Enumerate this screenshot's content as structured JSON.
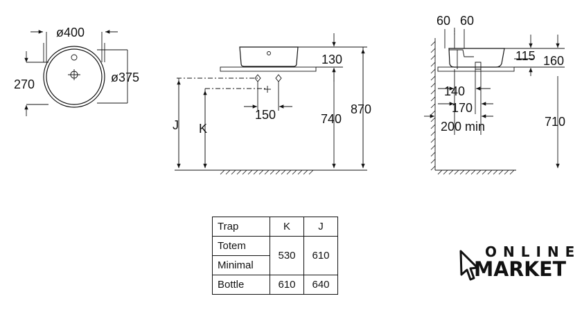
{
  "top_view": {
    "outer_diameter": "ø400",
    "inner_diameter": "ø375",
    "tap_offset": "270"
  },
  "front_view": {
    "basin_height": "130",
    "top_height": "870",
    "counter_height": "740",
    "trap_spacing": "150",
    "label_j": "J",
    "label_k": "K"
  },
  "side_view": {
    "wall_gap_a": "60",
    "wall_gap_b": "60",
    "rim_height": "115",
    "overall_height": "160",
    "dim_140": "140",
    "dim_170": "170",
    "dim_200": "200 min",
    "counter_height": "710"
  },
  "trap_table": {
    "headers": [
      "Trap",
      "K",
      "J"
    ],
    "rows": [
      {
        "name": "Totem",
        "k": "530",
        "j": "610"
      },
      {
        "name": "Minimal",
        "k": "530",
        "j": "610"
      },
      {
        "name": "Bottle",
        "k": "610",
        "j": "640"
      }
    ]
  },
  "brand": {
    "line1": "ONLINE",
    "line2": "MARKET",
    "icon": "cursor-arrow-icon"
  }
}
